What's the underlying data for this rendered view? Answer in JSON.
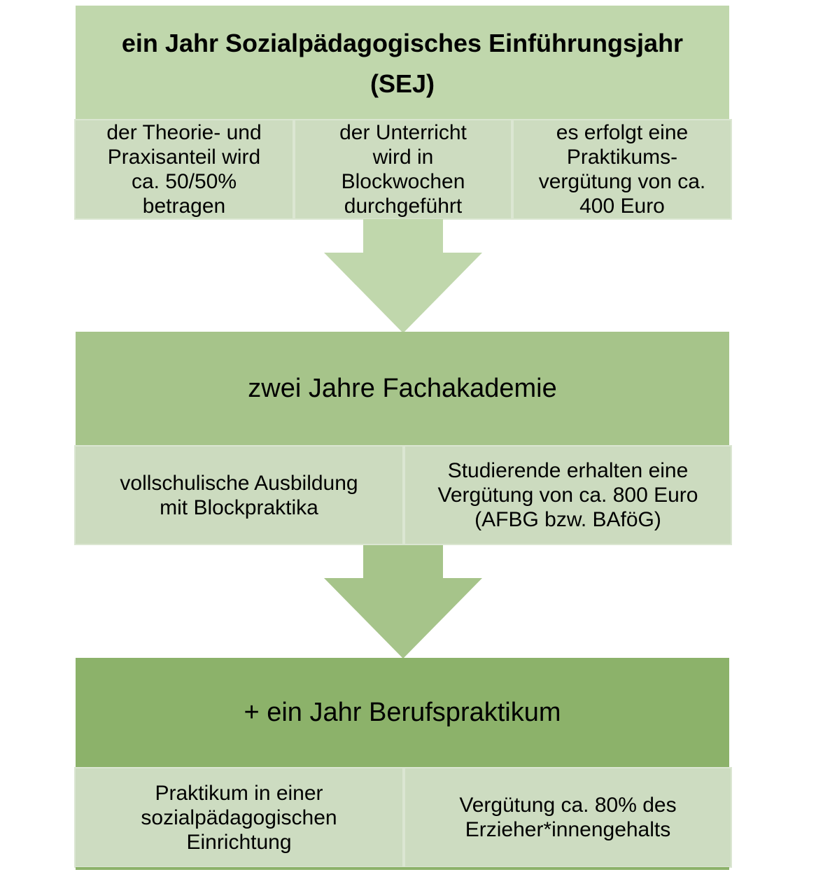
{
  "colors": {
    "stage1_header": "#c0d7ac",
    "stage2_header": "#a6c48a",
    "stage3_header": "#8cb26a",
    "detail_cell": "#cddcc0",
    "arrow1": "#c0d7ac",
    "arrow2": "#a6c48a"
  },
  "stages": [
    {
      "title_line1": "ein Jahr Sozialpädagogisches Einführungsjahr",
      "title_line2": "(SEJ)",
      "details": [
        {
          "lines": [
            "der Theorie- und",
            "Praxisanteil wird",
            "ca. 50/50%",
            "betragen"
          ]
        },
        {
          "lines": [
            "der Unterricht",
            "wird in",
            "Blockwochen",
            "durchgeführt"
          ]
        },
        {
          "lines": [
            "es erfolgt eine",
            "Praktikums-",
            "vergütung von ca.",
            "400 Euro"
          ]
        }
      ]
    },
    {
      "title": "zwei Jahre Fachakademie",
      "details": [
        {
          "lines": [
            "vollschulische Ausbildung",
            "mit Blockpraktika"
          ]
        },
        {
          "lines": [
            "Studierende erhalten eine",
            "Vergütung von ca. 800 Euro",
            "(AFBG bzw. BAföG)"
          ]
        }
      ]
    },
    {
      "title": "+ ein Jahr Berufspraktikum",
      "details": [
        {
          "lines": [
            "Praktikum in einer",
            "sozialpädagogischen",
            "Einrichtung"
          ]
        },
        {
          "lines": [
            "Vergütung ca. 80% des",
            "Erzieher*innengehalts"
          ]
        }
      ]
    }
  ],
  "connectors": [
    {
      "icon": "down-arrow-icon"
    },
    {
      "icon": "down-arrow-icon"
    }
  ]
}
